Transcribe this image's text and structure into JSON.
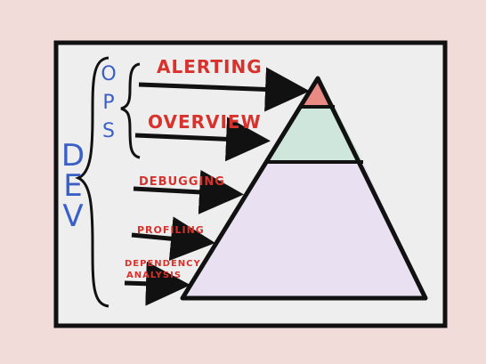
{
  "diagram": {
    "colors": {
      "page_background": "#f2dcda",
      "card_background": "#eeeeee",
      "ink": "#111111",
      "label_red": "#d8322c",
      "label_blue": "#3a5fc7",
      "tier_top": "#e98b84",
      "tier_middle": "#cfe6dd",
      "tier_bottom": "#e9e0f1"
    },
    "groups": {
      "dev": [
        "D",
        "E",
        "V"
      ],
      "ops": [
        "O",
        "P",
        "S"
      ]
    },
    "labels": {
      "alerting": "ALERTING",
      "overview": "OVERVIEW",
      "debugging": "DEBUGGING",
      "profiling": "PROFILING",
      "dependency_line1": "DEPENDENCY",
      "dependency_line2": "ANALYSIS"
    }
  }
}
